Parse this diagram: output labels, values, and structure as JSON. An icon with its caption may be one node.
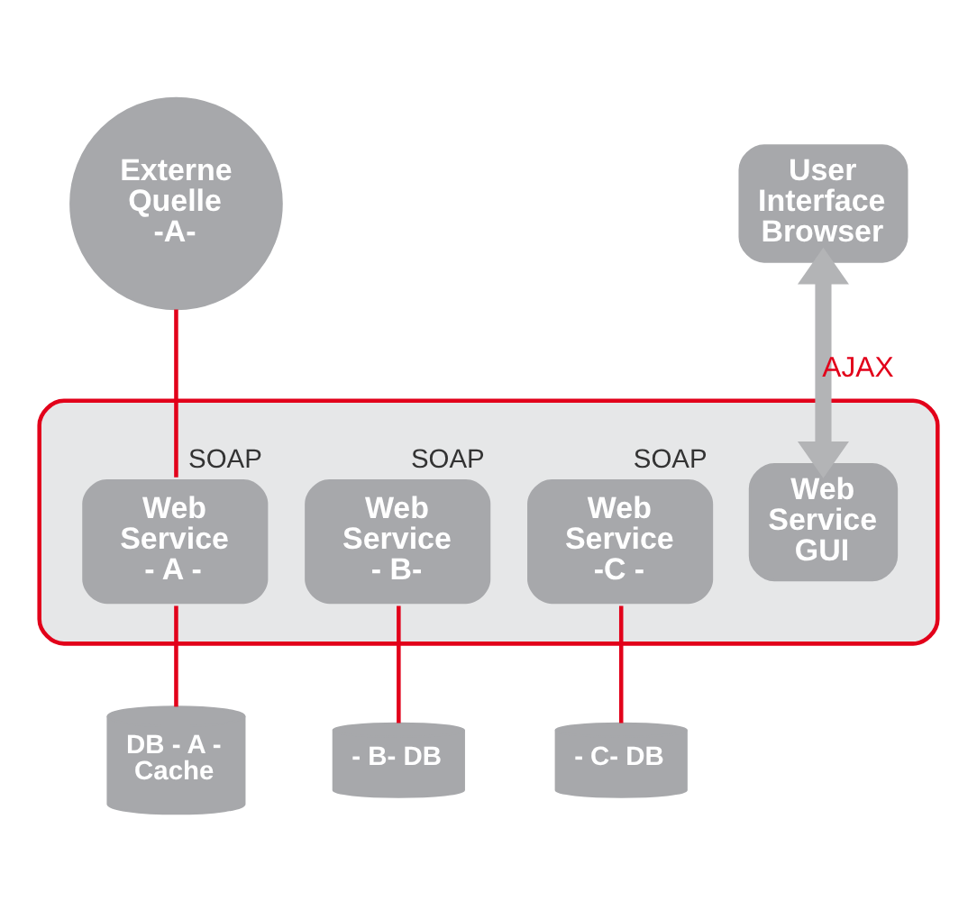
{
  "diagram": {
    "nodes": [
      {
        "text": [
          "Externe Quelle -A-"
        ]
      },
      {
        "text": [],
        "shape": "box"
      },
      {
        "text": [
          "Web Service - A -"
        ],
        "in": 1,
        "beside": [
          "SOAP"
        ]
      },
      {
        "text": [
          "Web Service - B-"
        ],
        "in": 1,
        "beside": [
          "SOAP"
        ]
      },
      {
        "text": [
          "Web Service -C -"
        ],
        "in": 1,
        "beside": [
          "SOAP"
        ]
      },
      {
        "text": [
          "Web Service GUI"
        ],
        "in": 1
      },
      {
        "text": [
          "User Interface Browser"
        ]
      },
      {
        "text": [
          "DB - A - Cache"
        ]
      },
      {
        "text": [
          "- B- DB"
        ]
      },
      {
        "text": [
          "- C- DB"
        ]
      }
    ],
    "edges": [
      {
        "from": 0,
        "to": 2,
        "arrow": "none"
      },
      {
        "from": 2,
        "to": 7,
        "arrow": "none"
      },
      {
        "from": 3,
        "to": 8,
        "arrow": "none"
      },
      {
        "from": 4,
        "to": 9,
        "arrow": "none"
      },
      {
        "from": 6,
        "to": 5,
        "arrow": "both",
        "label": "AJAX",
        "style": "thick",
        "color": "#b3b4b6"
      }
    ]
  }
}
